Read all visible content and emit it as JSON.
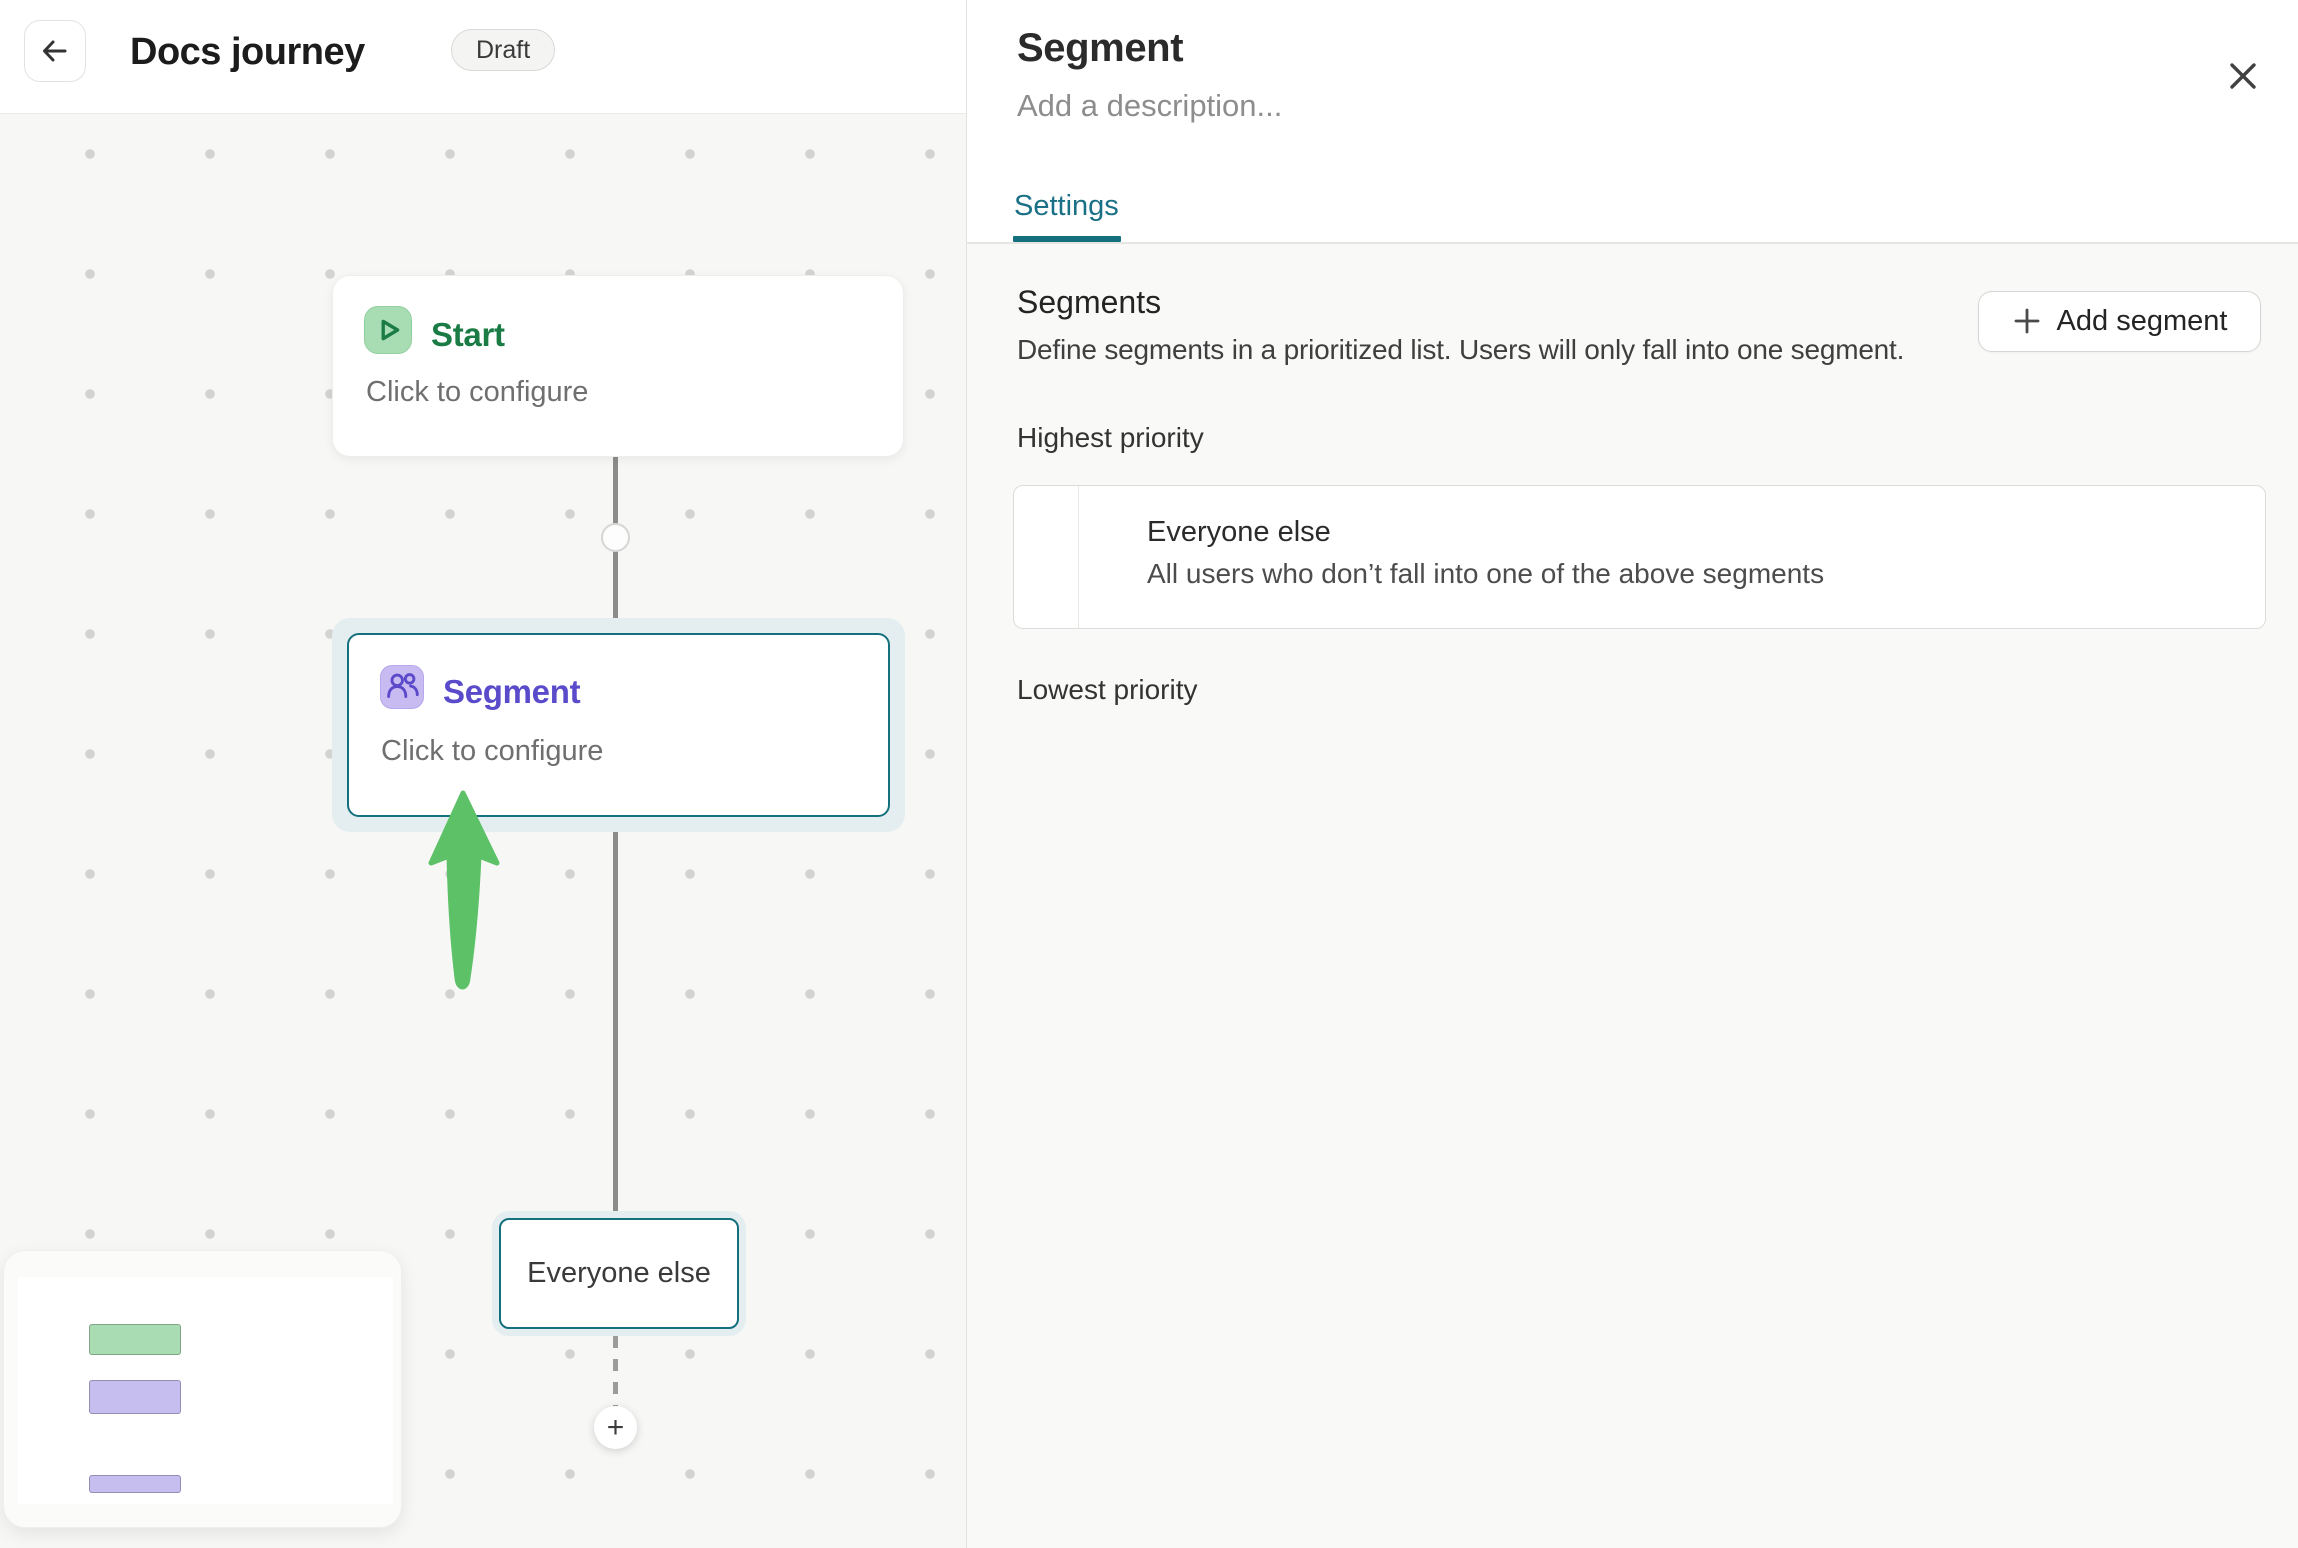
{
  "header": {
    "title": "Docs journey",
    "status_badge": "Draft"
  },
  "canvas": {
    "nodes": {
      "start": {
        "title": "Start",
        "subtitle": "Click to configure"
      },
      "segment": {
        "title": "Segment",
        "subtitle": "Click to configure"
      },
      "everyone_else": {
        "label": "Everyone else"
      }
    },
    "add_node_glyph": "+"
  },
  "panel": {
    "title": "Segment",
    "description_placeholder": "Add a description...",
    "tabs": [
      {
        "label": "Settings",
        "active": true
      }
    ],
    "settings": {
      "heading": "Segments",
      "description": "Define segments in a prioritized list. Users will only fall into one segment.",
      "add_button_label": "Add segment",
      "highest_priority_label": "Highest priority",
      "lowest_priority_label": "Lowest priority",
      "segments": [
        {
          "name": "Everyone else",
          "description": "All users who don’t fall into one of the above segments"
        }
      ]
    }
  },
  "colors": {
    "accent_teal": "#15707e",
    "node_green": "#1b7b45",
    "node_green_bg": "#a8dcb2",
    "node_purple": "#5a4bcb",
    "node_purple_bg": "#c7bbf2",
    "arrow_green": "#5cc167",
    "selection_halo": "#e4eef0",
    "canvas_bg": "#f7f7f5"
  }
}
